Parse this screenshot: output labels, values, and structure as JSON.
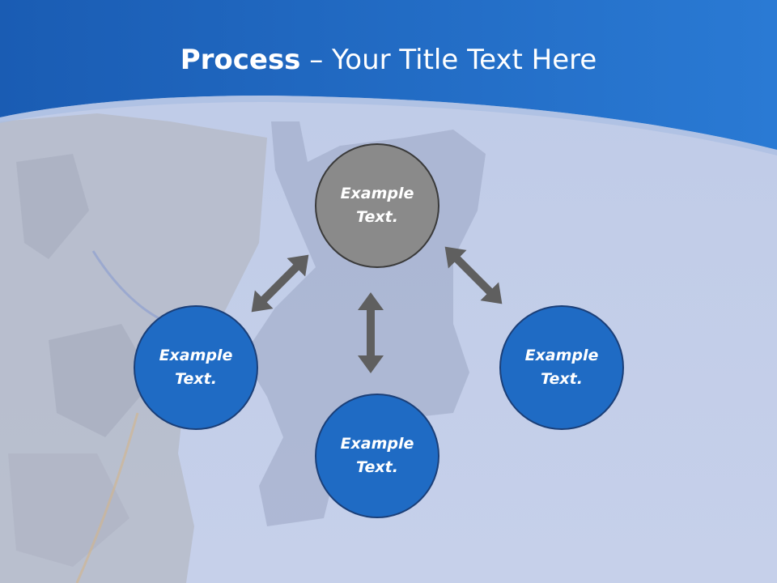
{
  "title": {
    "bold": "Process",
    "rest": " – Your Title Text Here"
  },
  "colors": {
    "header_blue": "#1f67c0",
    "node_blue": "#1f6bc4",
    "node_gray": "#8a8a8a",
    "arrow_gray": "#5f5f5f"
  },
  "diagram": {
    "center": {
      "label": "Example\nText."
    },
    "left": {
      "label": "Example\nText."
    },
    "bottom": {
      "label": "Example\nText."
    },
    "right": {
      "label": "Example\nText."
    }
  }
}
